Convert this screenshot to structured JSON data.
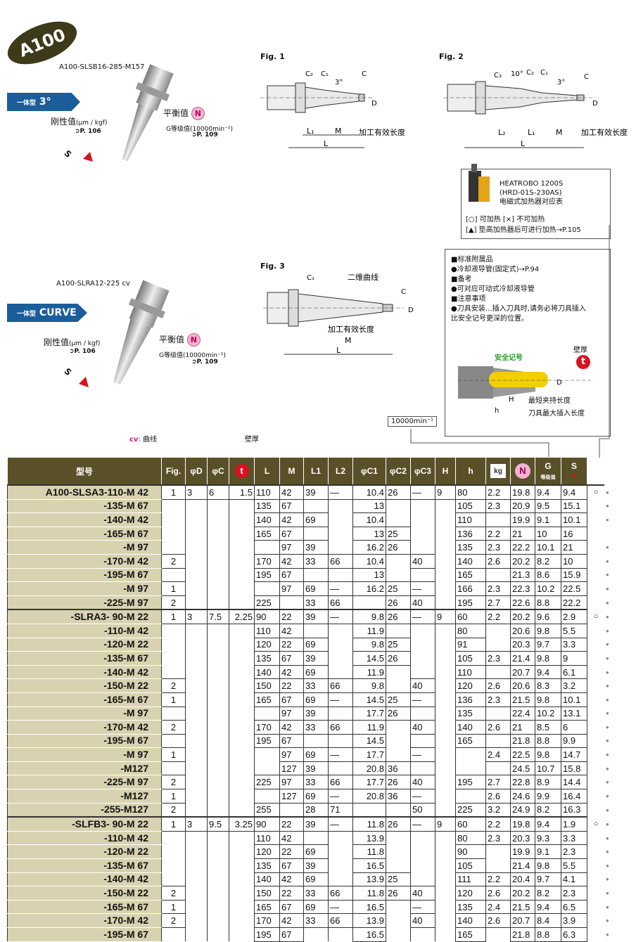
{
  "badge": "A100",
  "top_block": {
    "model": "A100-SLSB16-285-M157",
    "tag_prefix": "一体型",
    "tag": "3°",
    "rigidity": "刚性值",
    "rigidity_unit": "(μm / kgf)",
    "rigidity_ref": "➲P. 106",
    "balance": "平衡值",
    "balance_grade": "G等级值(10000min⁻¹)",
    "balance_ref": "➲P. 109",
    "s_label": "S"
  },
  "mid_block": {
    "model": "A100-SLRA12-225 cv",
    "tag_prefix": "一体型",
    "tag": "CURVE",
    "rigidity": "刚性值",
    "rigidity_unit": "(μm / kgf)",
    "rigidity_ref": "➲P. 106",
    "balance": "平衡值",
    "balance_grade": "G等级值(10000min⁻¹)",
    "balance_ref": "➲P. 109",
    "s_label": "S"
  },
  "figs": {
    "fig1": {
      "title": "Fig. 1",
      "labels": [
        "C2",
        "C1",
        "3°",
        "C",
        "D",
        "L1",
        "M",
        "L",
        "加工有效长度"
      ]
    },
    "fig2": {
      "title": "Fig. 2",
      "labels": [
        "C3",
        "10°",
        "C2",
        "C1",
        "3°",
        "C",
        "D",
        "L2",
        "L1",
        "M",
        "L",
        "加工有效长度"
      ]
    },
    "fig3": {
      "title": "Fig. 3",
      "labels": [
        "C1",
        "二维曲线",
        "C",
        "D",
        "加工有效长度",
        "M",
        "L"
      ]
    }
  },
  "heatrobo": {
    "line1": "HEATROBO 1200S",
    "line2": "(HRD-01S-230AS)",
    "line3": "电磁式加热器对应表",
    "legend1": "[○] 可加热   [×] 不可加热",
    "legend2": "[▲] 垫高加热器后可进行加热→P.105"
  },
  "notes": {
    "h1": "■标准附属品",
    "t1": "●冷却液导管(固定式)→P.94",
    "h2": "■备考",
    "t2": "●可对应可动式冷却液导管",
    "h3": "■注意事项",
    "t3": "●刀具安装…插入刀具时,请务必将刀具插入比安全记号更深的位置。",
    "safe": "安全记号",
    "wall": "壁厚",
    "D": "D",
    "H": "H",
    "h": "h",
    "min_clamp": "最短夹持长度",
    "max_insert": "刀具最大插入长度"
  },
  "above_table": {
    "cv_note_prefix": "cv",
    "cv_note": ": 曲线",
    "wall_note": "壁厚",
    "rpm_box": "10000min⁻¹"
  },
  "headers": [
    "型号",
    "Fig.",
    "φD",
    "φC",
    "t",
    "L",
    "M",
    "L1",
    "L2",
    "φC1",
    "φC2",
    "φC3",
    "H",
    "h",
    "kg",
    "N",
    "G",
    "S"
  ],
  "g_sub": "等级值",
  "rows": [
    [
      "A100-SLSA3-110-M 42",
      "1",
      "3",
      "6",
      "1.5",
      "110",
      "42",
      "39",
      "—",
      "10.4",
      "26",
      "—",
      "9",
      "80",
      "2.2",
      "19.8",
      "9.4",
      "9.4",
      "○",
      "•"
    ],
    [
      "-135-M 67",
      "",
      "",
      "",
      "",
      "135",
      "67",
      "",
      "",
      "13",
      "",
      "",
      "",
      "105",
      "2.3",
      "20.9",
      "9.5",
      "15.1",
      "",
      "•"
    ],
    [
      "-140-M 42",
      "",
      "",
      "",
      "",
      "140",
      "42",
      "69",
      "",
      "10.4",
      "",
      "",
      "",
      "110",
      "",
      "19.9",
      "9.1",
      "10.1",
      "",
      "•"
    ],
    [
      "-165-M 67",
      "",
      "",
      "",
      "",
      "165",
      "67",
      "",
      "",
      "13",
      "25",
      "",
      "",
      "136",
      "2.2",
      "21",
      "10",
      "16",
      "",
      ""
    ],
    [
      "-M 97",
      "",
      "",
      "",
      "",
      "",
      "97",
      "39",
      "",
      "16.2",
      "26",
      "",
      "",
      "135",
      "2.3",
      "22.2",
      "10.1",
      "21",
      "",
      "•"
    ],
    [
      "-170-M 42",
      "2",
      "",
      "",
      "",
      "170",
      "42",
      "33",
      "66",
      "10.4",
      "",
      "40",
      "",
      "140",
      "2.6",
      "20.2",
      "8.2",
      "10",
      "",
      "•"
    ],
    [
      "-195-M 67",
      "",
      "",
      "",
      "",
      "195",
      "67",
      "",
      "",
      "13",
      "",
      "",
      "",
      "165",
      "",
      "21.3",
      "8.6",
      "15.9",
      "",
      "•"
    ],
    [
      "-M 97",
      "1",
      "",
      "",
      "",
      "",
      "97",
      "69",
      "—",
      "16.2",
      "25",
      "—",
      "",
      "166",
      "2.3",
      "22.3",
      "10.2",
      "22.5",
      "",
      "•"
    ],
    [
      "-225-M 97",
      "2",
      "",
      "",
      "",
      "225",
      "",
      "33",
      "66",
      "",
      "26",
      "40",
      "",
      "195",
      "2.7",
      "22.6",
      "8.8",
      "22.2",
      "",
      "•"
    ],
    [
      "-SLRA3- 90-M 22",
      "1",
      "3",
      "7.5",
      "2.25",
      "90",
      "22",
      "39",
      "—",
      "9.8",
      "26",
      "—",
      "9",
      "60",
      "2.2",
      "20.2",
      "9.6",
      "2.9",
      "○",
      "•"
    ],
    [
      "-110-M 42",
      "",
      "",
      "",
      "",
      "110",
      "42",
      "",
      "",
      "11.9",
      "",
      "",
      "",
      "80",
      "",
      "20.6",
      "9.8",
      "5.5",
      "",
      "•"
    ],
    [
      "-120-M 22",
      "",
      "",
      "",
      "",
      "120",
      "22",
      "69",
      "",
      "9.8",
      "25",
      "",
      "",
      "91",
      "",
      "20.3",
      "9.7",
      "3.3",
      "",
      "•"
    ],
    [
      "-135-M 67",
      "",
      "",
      "",
      "",
      "135",
      "67",
      "39",
      "",
      "14.5",
      "26",
      "",
      "",
      "105",
      "2.3",
      "21.4",
      "9.8",
      "9",
      "",
      "•"
    ],
    [
      "-140-M 42",
      "",
      "",
      "",
      "",
      "140",
      "42",
      "69",
      "",
      "11.9",
      "",
      "",
      "",
      "110",
      "",
      "20.7",
      "9.4",
      "6.1",
      "",
      "•"
    ],
    [
      "-150-M 22",
      "2",
      "",
      "",
      "",
      "150",
      "22",
      "33",
      "66",
      "9.8",
      "",
      "40",
      "",
      "120",
      "2.6",
      "20.6",
      "8.3",
      "3.2",
      "",
      "•"
    ],
    [
      "-165-M 67",
      "1",
      "",
      "",
      "",
      "165",
      "67",
      "69",
      "—",
      "14.5",
      "25",
      "—",
      "",
      "136",
      "2.3",
      "21.5",
      "9.8",
      "10.1",
      "",
      "•"
    ],
    [
      "-M 97",
      "",
      "",
      "",
      "",
      "",
      "97",
      "39",
      "",
      "17.7",
      "26",
      "",
      "",
      "135",
      "",
      "22.4",
      "10.2",
      "13.1",
      "",
      "•"
    ],
    [
      "-170-M 42",
      "2",
      "",
      "",
      "",
      "170",
      "42",
      "33",
      "66",
      "11.9",
      "",
      "40",
      "",
      "140",
      "2.6",
      "21",
      "8.5",
      "6",
      "",
      "•"
    ],
    [
      "-195-M 67",
      "",
      "",
      "",
      "",
      "195",
      "67",
      "",
      "",
      "14.5",
      "",
      "",
      "",
      "165",
      "",
      "21.8",
      "8.8",
      "9.9",
      "",
      "•"
    ],
    [
      "-M 97",
      "1",
      "",
      "",
      "",
      "",
      "97",
      "69",
      "—",
      "17.7",
      "",
      "—",
      "",
      "",
      "2.4",
      "22.5",
      "9.8",
      "14.7",
      "",
      "•"
    ],
    [
      "-M127",
      "",
      "",
      "",
      "",
      "",
      "127",
      "39",
      "",
      "20.8",
      "36",
      "",
      "",
      "",
      "",
      "24.5",
      "10.7",
      "15.8",
      "",
      "•"
    ],
    [
      "-225-M 97",
      "2",
      "",
      "",
      "",
      "225",
      "97",
      "33",
      "66",
      "17.7",
      "26",
      "40",
      "",
      "195",
      "2.7",
      "22.8",
      "8.9",
      "14.4",
      "",
      "•"
    ],
    [
      "-M127",
      "1",
      "",
      "",
      "",
      "",
      "127",
      "69",
      "—",
      "20.8",
      "36",
      "—",
      "",
      "",
      "2.6",
      "24.6",
      "9.9",
      "16.4",
      "",
      "•"
    ],
    [
      "-255-M127",
      "2",
      "",
      "",
      "",
      "255",
      "",
      "28",
      "71",
      "",
      "",
      "50",
      "",
      "225",
      "3.2",
      "24.9",
      "8.2",
      "16.3",
      "",
      "•"
    ],
    [
      "-SLFB3- 90-M 22",
      "1",
      "3",
      "9.5",
      "3.25",
      "90",
      "22",
      "39",
      "—",
      "11.8",
      "26",
      "—",
      "9",
      "60",
      "2.2",
      "19.8",
      "9.4",
      "1.9",
      "○",
      "•"
    ],
    [
      "-110-M 42",
      "",
      "",
      "",
      "",
      "110",
      "42",
      "",
      "",
      "13.9",
      "",
      "",
      "",
      "80",
      "2.3",
      "20.3",
      "9.3",
      "3.3",
      "",
      "•"
    ],
    [
      "-120-M 22",
      "",
      "",
      "",
      "",
      "120",
      "22",
      "69",
      "",
      "11.8",
      "",
      "",
      "",
      "90",
      "",
      "19.9",
      "9.1",
      "2.3",
      "",
      "•"
    ],
    [
      "-135-M 67",
      "",
      "",
      "",
      "",
      "135",
      "67",
      "39",
      "",
      "16.5",
      "",
      "",
      "",
      "105",
      "",
      "21.4",
      "9.8",
      "5.5",
      "",
      "•"
    ],
    [
      "-140-M 42",
      "",
      "",
      "",
      "",
      "140",
      "42",
      "69",
      "",
      "13.9",
      "25",
      "",
      "",
      "111",
      "2.2",
      "20.4",
      "9.7",
      "4.1",
      "",
      "•"
    ],
    [
      "-150-M 22",
      "2",
      "",
      "",
      "",
      "150",
      "22",
      "33",
      "66",
      "11.8",
      "26",
      "40",
      "",
      "120",
      "2.6",
      "20.2",
      "8.2",
      "2.3",
      "",
      "•"
    ],
    [
      "-165-M 67",
      "1",
      "",
      "",
      "",
      "165",
      "67",
      "69",
      "—",
      "16.5",
      "",
      "—",
      "",
      "135",
      "2.4",
      "21.5",
      "9.4",
      "6.5",
      "",
      "•"
    ],
    [
      "-170-M 42",
      "2",
      "",
      "",
      "",
      "170",
      "42",
      "33",
      "66",
      "13.9",
      "",
      "40",
      "",
      "140",
      "2.6",
      "20.7",
      "8.4",
      "3.9",
      "",
      "•"
    ],
    [
      "-195-M 67",
      "",
      "",
      "",
      "",
      "195",
      "67",
      "",
      "",
      "16.5",
      "",
      "",
      "",
      "165",
      "",
      "21.8",
      "8.8",
      "6.3",
      "",
      "•"
    ]
  ]
}
